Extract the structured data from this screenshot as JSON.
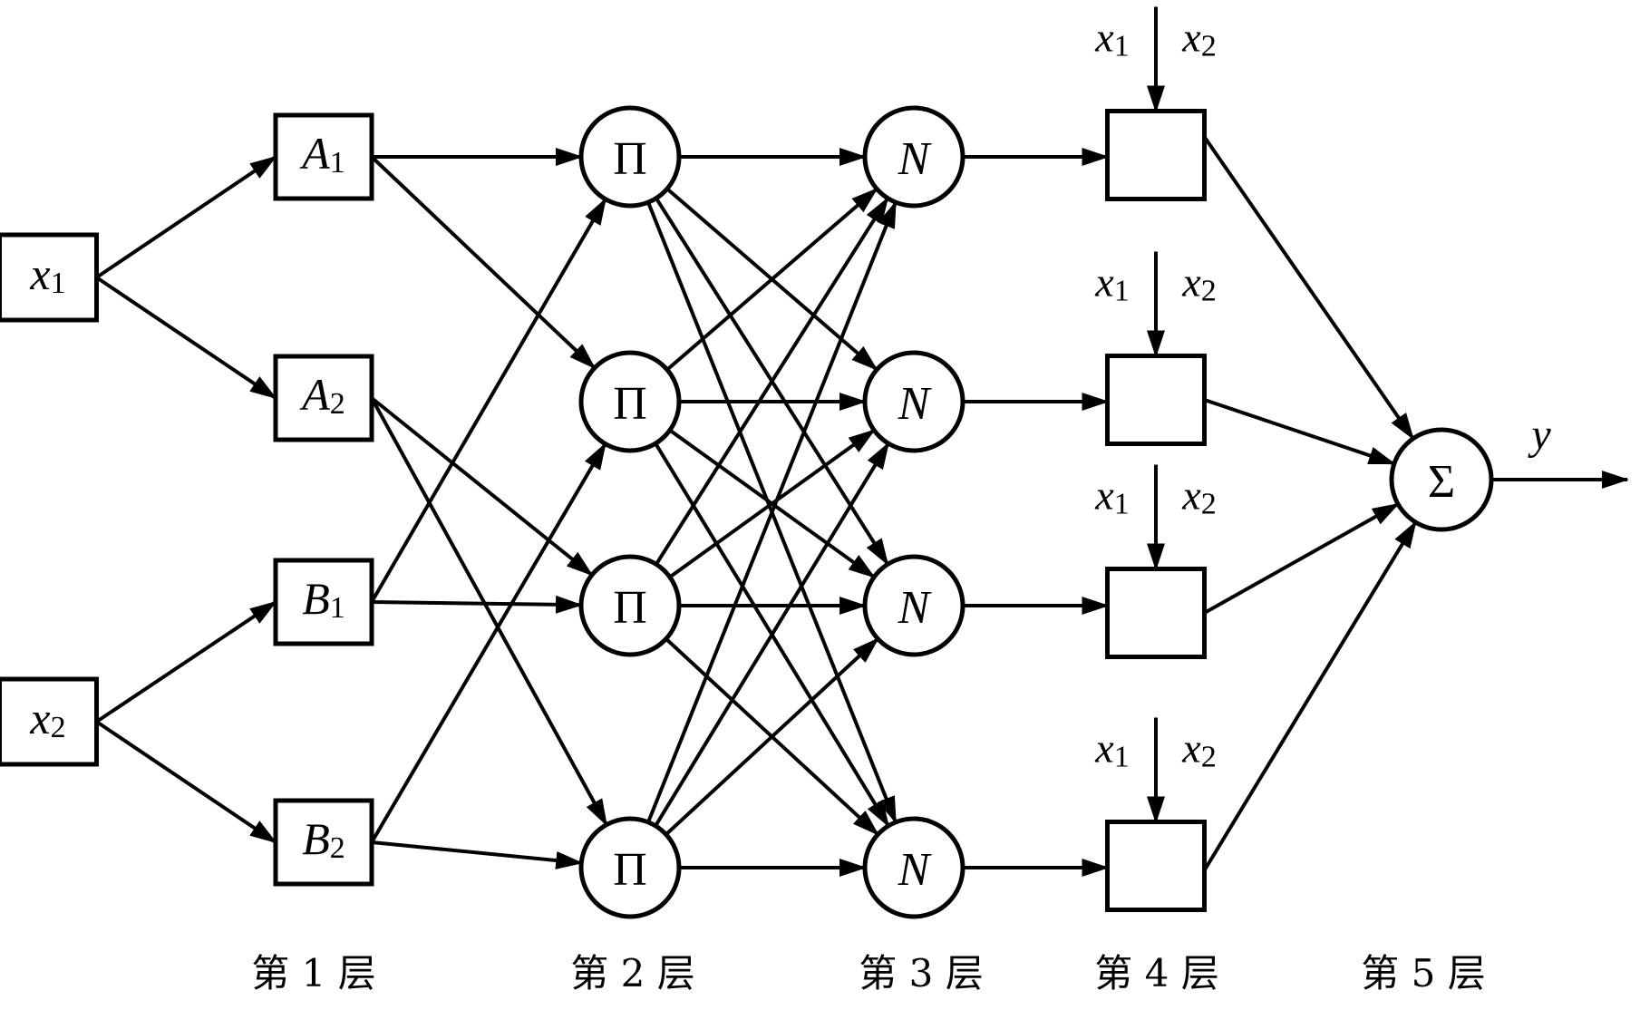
{
  "diagram": {
    "type": "ANFIS neural-fuzzy network",
    "inputs": [
      {
        "id": "x1",
        "label": "x",
        "sub": "1"
      },
      {
        "id": "x2",
        "label": "x",
        "sub": "2"
      }
    ],
    "layer1": [
      {
        "id": "A1",
        "label": "A",
        "sub": "1",
        "from": "x1"
      },
      {
        "id": "A2",
        "label": "A",
        "sub": "2",
        "from": "x1"
      },
      {
        "id": "B1",
        "label": "B",
        "sub": "1",
        "from": "x2"
      },
      {
        "id": "B2",
        "label": "B",
        "sub": "2",
        "from": "x2"
      }
    ],
    "layer2": [
      {
        "id": "P1",
        "label": "Π",
        "from": [
          "A1",
          "B1"
        ]
      },
      {
        "id": "P2",
        "label": "Π",
        "from": [
          "A1",
          "B2"
        ]
      },
      {
        "id": "P3",
        "label": "Π",
        "from": [
          "A2",
          "B1"
        ]
      },
      {
        "id": "P4",
        "label": "Π",
        "from": [
          "A2",
          "B2"
        ]
      }
    ],
    "layer3": [
      {
        "id": "N1",
        "label": "N"
      },
      {
        "id": "N2",
        "label": "N"
      },
      {
        "id": "N3",
        "label": "N"
      },
      {
        "id": "N4",
        "label": "N"
      }
    ],
    "layer3_connectivity": "full",
    "layer4": [
      {
        "id": "R1",
        "label": "",
        "inputs_label": [
          "x1",
          "x2"
        ],
        "from": "N1"
      },
      {
        "id": "R2",
        "label": "",
        "inputs_label": [
          "x1",
          "x2"
        ],
        "from": "N2"
      },
      {
        "id": "R3",
        "label": "",
        "inputs_label": [
          "x1",
          "x2"
        ],
        "from": "N3"
      },
      {
        "id": "R4",
        "label": "",
        "inputs_label": [
          "x1",
          "x2"
        ],
        "from": "N4"
      }
    ],
    "layer5": {
      "id": "S",
      "label": "Σ",
      "from": [
        "R1",
        "R2",
        "R3",
        "R4"
      ]
    },
    "output": {
      "label": "y"
    },
    "layer_labels": [
      "第 1 层",
      "第 2 层",
      "第 3 层",
      "第 4 层",
      "第 5 层"
    ],
    "stroke_color": "#000000",
    "background": "#ffffff"
  }
}
